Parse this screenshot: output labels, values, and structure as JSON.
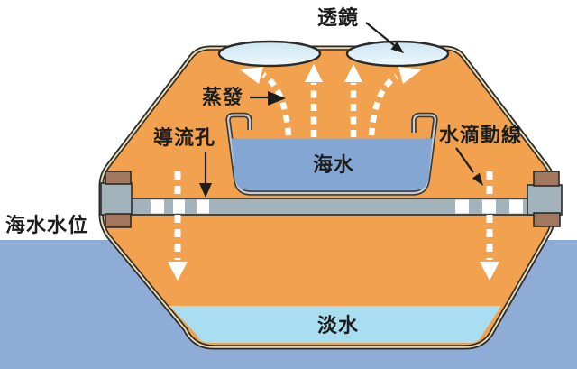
{
  "diagram": {
    "kind": "solar-desalination-buoy-cross-section",
    "labels": {
      "lens": "透鏡",
      "evaporation": "蒸發",
      "guide_hole": "導流孔",
      "droplet_path": "水滴動線",
      "seawater_basin": "海水",
      "sea_level": "海水水位",
      "fresh_water": "淡水"
    },
    "colors": {
      "hull_orange": "#F2A24E",
      "shell_cream": "#EBD9AE",
      "outline_dark": "#2A2A2A",
      "sea_blue": "#8EACD6",
      "basin_water_blue": "#84A6D3",
      "fresh_water_cyan": "#A8DEF0",
      "metal_gray": "#A2B3BC",
      "cork_brown": "#A3775E",
      "lens_blue": "#D9ECF6",
      "steam_arrow_white": "#FFFFFF",
      "label_text": "#1D1D1D"
    }
  }
}
